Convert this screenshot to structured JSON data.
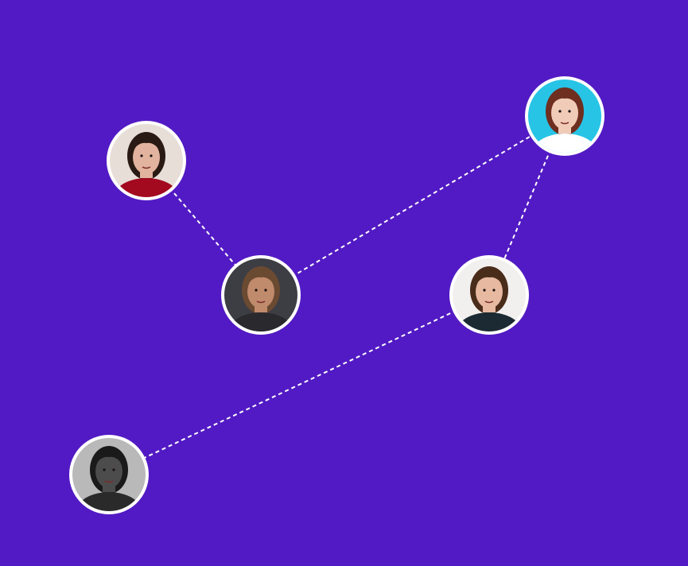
{
  "background_color": "#521ac4",
  "line_color": "#ffffff",
  "nodes": [
    {
      "id": "woman-red-sweater",
      "icon": "avatar-woman-smiling-red-sweater",
      "palette": {
        "bg": "#e8ded8",
        "skin": "#e2b39e",
        "hair": "#2a1a14",
        "clothes": "#a3091f"
      }
    },
    {
      "id": "man-beard",
      "icon": "avatar-man-beard-earring",
      "palette": {
        "bg": "#3d3d44",
        "skin": "#c08a6c",
        "hair": "#6b4a32",
        "clothes": "#2a2a2e"
      }
    },
    {
      "id": "woman-auburn",
      "icon": "avatar-woman-auburn-hair",
      "palette": {
        "bg": "#27c4e6",
        "skin": "#f0cbb8",
        "hair": "#6e2e20",
        "clothes": "#ffffff"
      }
    },
    {
      "id": "young-man",
      "icon": "avatar-young-man-brown-hair",
      "palette": {
        "bg": "#f2f0ee",
        "skin": "#e7b9a0",
        "hair": "#4a2c1a",
        "clothes": "#1c2a33"
      }
    },
    {
      "id": "woman-bw",
      "icon": "avatar-woman-black-white",
      "palette": {
        "bg": "#b9b9b9",
        "skin": "#4c4c4c",
        "hair": "#1a1a1a",
        "clothes": "#2a2a2a"
      }
    }
  ],
  "edges": [
    [
      "woman-red-sweater",
      "man-beard"
    ],
    [
      "man-beard",
      "woman-auburn"
    ],
    [
      "woman-auburn",
      "young-man"
    ],
    [
      "young-man",
      "woman-bw"
    ]
  ]
}
